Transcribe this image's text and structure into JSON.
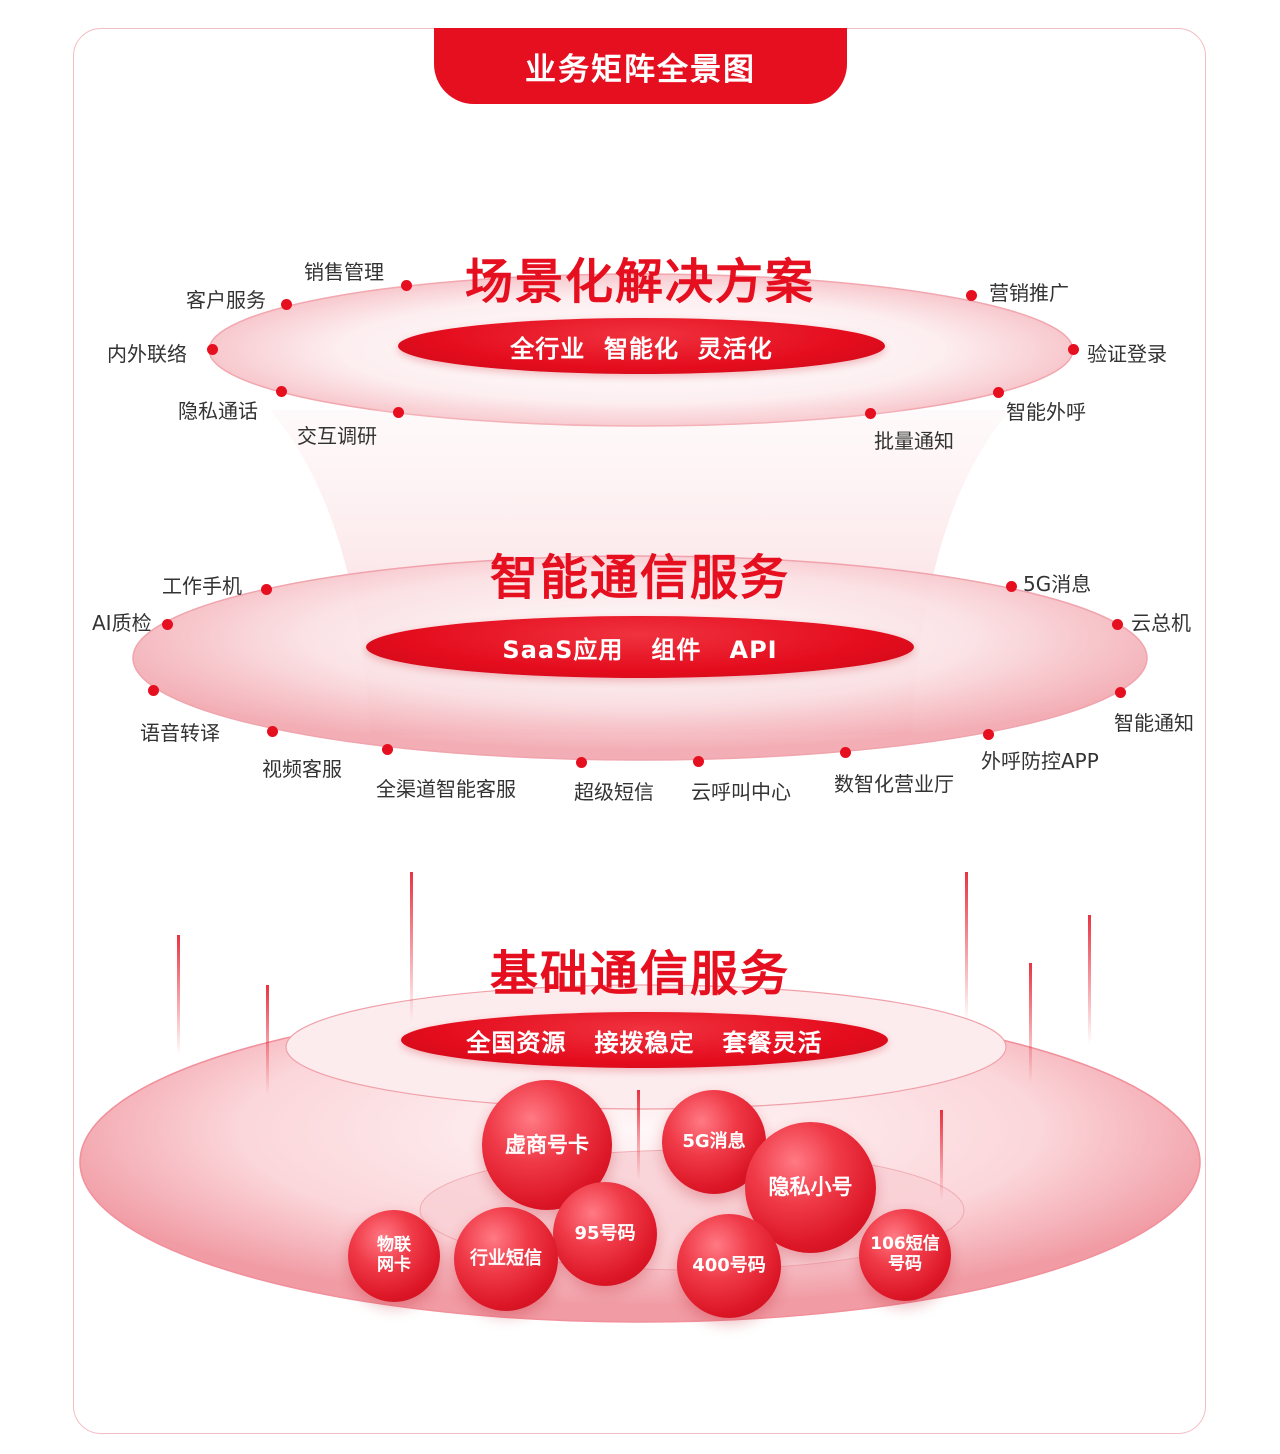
{
  "header": {
    "title": "业务矩阵全景图"
  },
  "layer1": {
    "title": "场景化解决方案",
    "tagline": "全行业  智能化  灵活化",
    "labels": [
      "销售管理",
      "客户服务",
      "内外联络",
      "隐私通话",
      "交互调研",
      "营销推广",
      "验证登录",
      "智能外呼",
      "批量通知"
    ]
  },
  "layer2": {
    "title": "智能通信服务",
    "tagline": "SaaS应用   组件   API",
    "labels": [
      "工作手机",
      "AI质检",
      "语音转译",
      "视频客服",
      "全渠道智能客服",
      "超级短信",
      "云呼叫中心",
      "数智化营业厅",
      "外呼防控APP",
      "智能通知",
      "云总机",
      "5G消息"
    ]
  },
  "layer3": {
    "title": "基础通信服务",
    "tagline": "全国资源   接拨稳定   套餐灵活",
    "products": [
      "虚商号卡",
      "5G消息",
      "隐私小号",
      "95号码",
      "物联网卡",
      "行业短信",
      "400号码",
      "106短信号码"
    ],
    "products_display": [
      [
        "虚商号卡"
      ],
      [
        "5G消息"
      ],
      [
        "隐私小号"
      ],
      [
        "95号码"
      ],
      [
        "物联",
        "网卡"
      ],
      [
        "行业短信"
      ],
      [
        "400号码"
      ],
      [
        "106短信",
        "号码"
      ]
    ]
  },
  "colors": {
    "brand_red": "#e60f1f",
    "text_dark": "#333333",
    "frame_pink": "#f4bcc3"
  }
}
